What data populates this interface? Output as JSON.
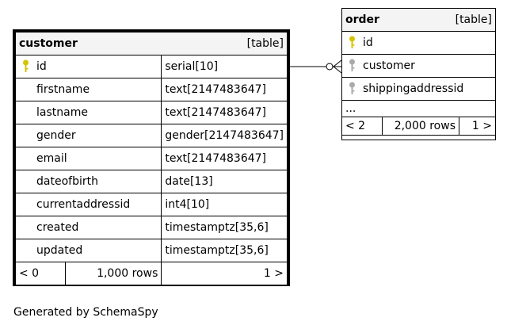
{
  "customer": {
    "name": "customer",
    "type_label": "[table]",
    "columns": [
      {
        "name": "id",
        "type": "serial[10]",
        "key": "primary"
      },
      {
        "name": "firstname",
        "type": "text[2147483647]",
        "key": "none"
      },
      {
        "name": "lastname",
        "type": "text[2147483647]",
        "key": "none"
      },
      {
        "name": "gender",
        "type": "gender[2147483647]",
        "key": "none"
      },
      {
        "name": "email",
        "type": "text[2147483647]",
        "key": "none"
      },
      {
        "name": "dateofbirth",
        "type": "date[13]",
        "key": "none"
      },
      {
        "name": "currentaddressid",
        "type": "int4[10]",
        "key": "none"
      },
      {
        "name": "created",
        "type": "timestamptz[35,6]",
        "key": "none"
      },
      {
        "name": "updated",
        "type": "timestamptz[35,6]",
        "key": "none"
      }
    ],
    "footer": {
      "parents": "< 0",
      "rows": "1,000 rows",
      "children": "1 >"
    }
  },
  "order": {
    "name": "order",
    "type_label": "[table]",
    "columns": [
      {
        "name": "id",
        "key": "primary"
      },
      {
        "name": "customer",
        "key": "foreign"
      },
      {
        "name": "shippingaddressid",
        "key": "foreign"
      }
    ],
    "more": "...",
    "footer": {
      "parents": "< 2",
      "rows": "2,000 rows",
      "children": "1 >"
    }
  },
  "colors": {
    "primary_key": "#d4c400",
    "foreign_key": "#aaaaaa",
    "header_bg": "#f4f4f4"
  },
  "generated_by": "Generated by SchemaSpy"
}
